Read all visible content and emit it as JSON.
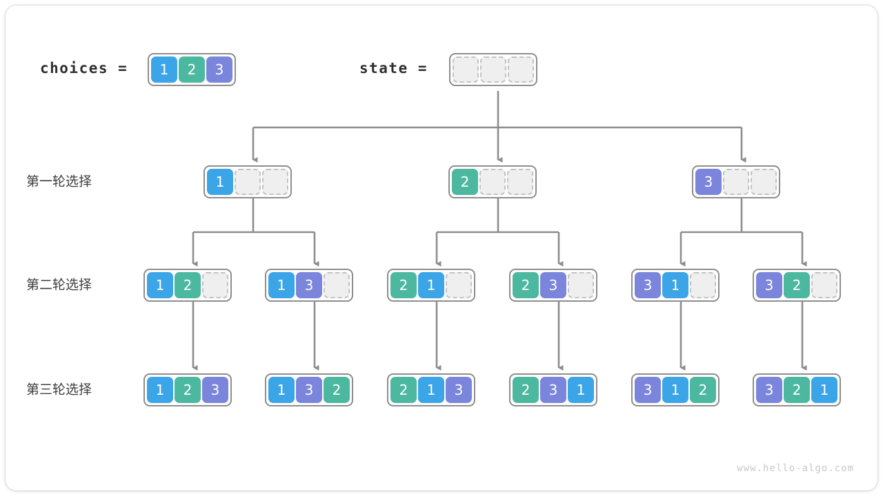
{
  "diagram": {
    "title_choices_label": "choices =",
    "title_state_label": "state =",
    "watermark": "www.hello-algo.com",
    "row_labels": [
      "第一轮选择",
      "第二轮选择",
      "第三轮选择"
    ],
    "colors": {
      "value_1": "#3ba5e8",
      "value_2": "#4cb8a0",
      "value_3": "#7b85dc",
      "empty_cell": "#efefef",
      "empty_border": "#c2c2c2",
      "node_border": "#8d8d8d",
      "connector": "#8d8d8d",
      "text": "#2e2e2e",
      "watermark": "#c9c9c9"
    },
    "choices": {
      "name": "choices",
      "cells": [
        "1",
        "2",
        "3"
      ]
    },
    "state": {
      "name": "state",
      "cells": [
        "",
        "",
        ""
      ]
    },
    "levels": [
      {
        "label": "第一轮选择",
        "nodes": [
          {
            "cells": [
              "1",
              "",
              ""
            ]
          },
          {
            "cells": [
              "2",
              "",
              ""
            ]
          },
          {
            "cells": [
              "3",
              "",
              ""
            ]
          }
        ]
      },
      {
        "label": "第二轮选择",
        "nodes": [
          {
            "cells": [
              "1",
              "2",
              ""
            ]
          },
          {
            "cells": [
              "1",
              "3",
              ""
            ]
          },
          {
            "cells": [
              "2",
              "1",
              ""
            ]
          },
          {
            "cells": [
              "2",
              "3",
              ""
            ]
          },
          {
            "cells": [
              "3",
              "1",
              ""
            ]
          },
          {
            "cells": [
              "3",
              "2",
              ""
            ]
          }
        ]
      },
      {
        "label": "第三轮选择",
        "nodes": [
          {
            "cells": [
              "1",
              "2",
              "3"
            ]
          },
          {
            "cells": [
              "1",
              "3",
              "2"
            ]
          },
          {
            "cells": [
              "2",
              "1",
              "3"
            ]
          },
          {
            "cells": [
              "2",
              "3",
              "1"
            ]
          },
          {
            "cells": [
              "3",
              "1",
              "2"
            ]
          },
          {
            "cells": [
              "3",
              "2",
              "1"
            ]
          }
        ]
      }
    ]
  }
}
